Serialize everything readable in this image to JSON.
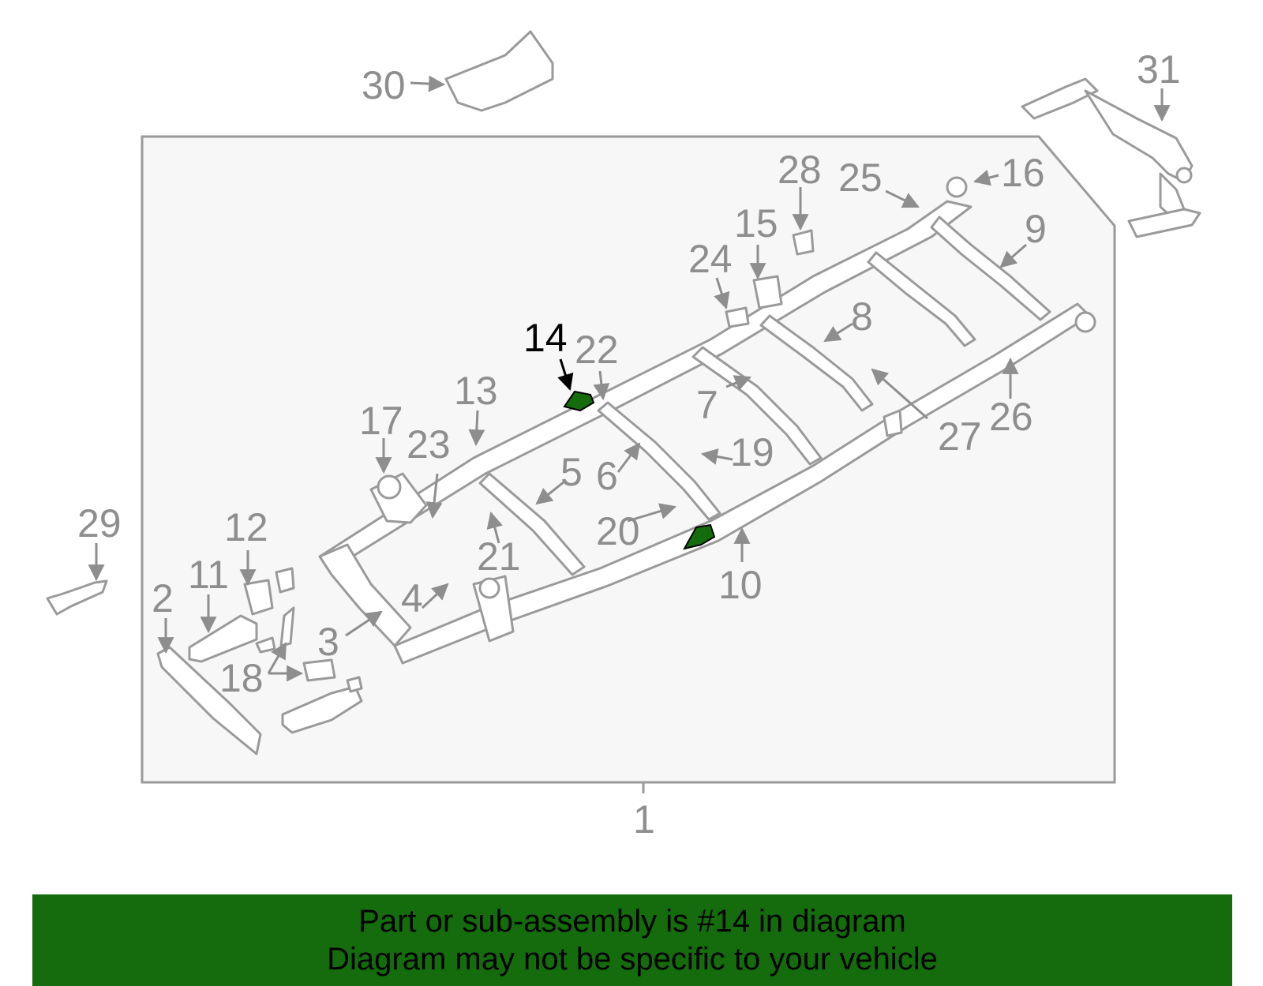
{
  "diagram": {
    "callouts": [
      "1",
      "2",
      "3",
      "4",
      "5",
      "6",
      "7",
      "8",
      "9",
      "10",
      "11",
      "12",
      "13",
      "14",
      "15",
      "16",
      "17",
      "18",
      "19",
      "20",
      "21",
      "22",
      "23",
      "24",
      "25",
      "26",
      "27",
      "28",
      "29",
      "30",
      "31"
    ],
    "highlighted_callout": "14",
    "colors": {
      "highlight": "#146c0c",
      "line": "#9a9a9a",
      "panel": "#f7f7f7",
      "label": "#8e8e8e"
    }
  },
  "banner": {
    "line1": "Part or sub-assembly is #14 in diagram",
    "line2": "Diagram may not be specific to your vehicle",
    "background": "#146c0c"
  }
}
